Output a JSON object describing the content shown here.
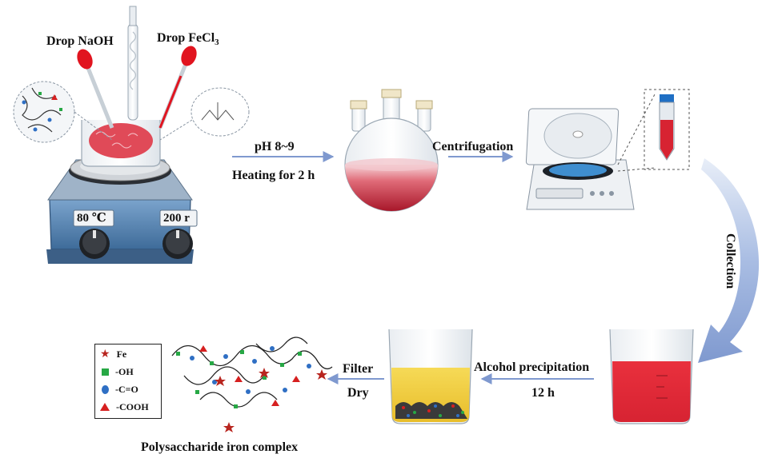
{
  "labels": {
    "drop_naoh": "Drop NaOH",
    "drop_fecl3_base": "Drop FeCl",
    "drop_fecl3_sub": "3",
    "temp": "80 ℃",
    "speed": "200 r",
    "ph": "pH 8~9",
    "heating": "Heating for 2 h",
    "centrifugation": "Centrifugation",
    "collection": "Collection",
    "alcohol": "Alcohol precipitation",
    "hours": "12 h",
    "filter": "Filter",
    "dry": "Dry",
    "product": "Polysaccharide iron complex"
  },
  "legend": [
    {
      "name": "Fe",
      "shape": "star",
      "color": "#b8251f"
    },
    {
      "name": "-OH",
      "shape": "square",
      "color": "#27a845"
    },
    {
      "name": "-C=O",
      "shape": "circle",
      "color": "#2f6fc4"
    },
    {
      "name": "-COOH",
      "shape": "triangle",
      "color": "#d62020"
    }
  ],
  "colors": {
    "arrow": "#7f99cf",
    "solution_red": "#d83a48",
    "solution_yellow": "#f1cc3b",
    "stirrer_body": "#5b86b3",
    "plate": "#cfd3d8"
  }
}
